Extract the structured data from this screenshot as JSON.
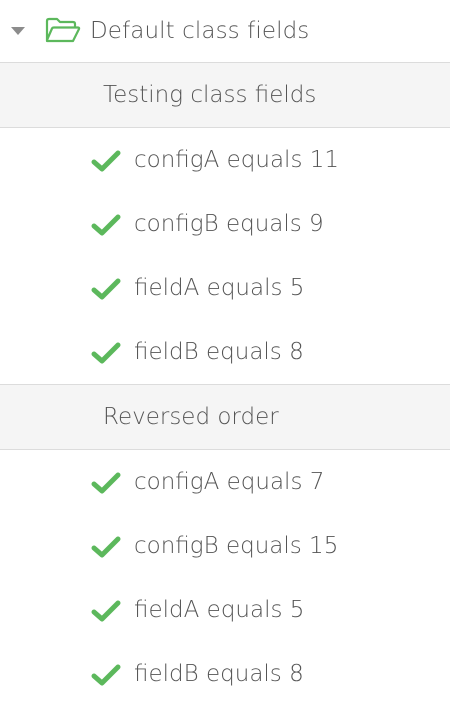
{
  "suite": {
    "title": "Default class fields",
    "expanded": true,
    "icons": {
      "toggle": "caret-down-icon",
      "folder": "folder-open-icon"
    },
    "colors": {
      "folder": "#5cb85c",
      "check": "#5cb85c",
      "caret": "#8c8c8c"
    }
  },
  "groups": [
    {
      "title": "Testing class fields",
      "tests": [
        {
          "label": "configA equals 11",
          "status": "passed"
        },
        {
          "label": "configB equals 9",
          "status": "passed"
        },
        {
          "label": "fieldA equals 5",
          "status": "passed"
        },
        {
          "label": "fieldB equals 8",
          "status": "passed"
        }
      ]
    },
    {
      "title": "Reversed order",
      "tests": [
        {
          "label": "configA equals 7",
          "status": "passed"
        },
        {
          "label": "configB equals 15",
          "status": "passed"
        },
        {
          "label": "fieldA equals 5",
          "status": "passed"
        },
        {
          "label": "fieldB equals 8",
          "status": "passed"
        }
      ]
    }
  ]
}
